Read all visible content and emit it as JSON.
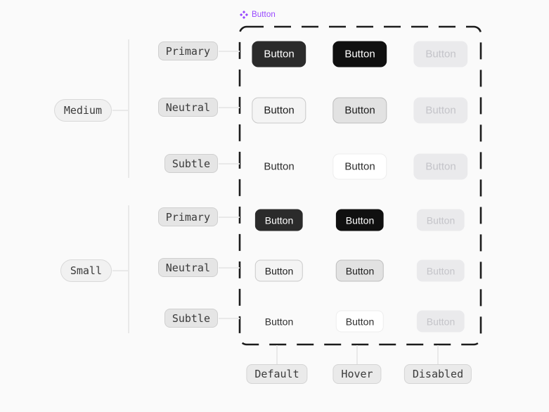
{
  "component": {
    "label": "Button"
  },
  "sizes": {
    "medium": {
      "label": "Medium",
      "variants": [
        "Primary",
        "Neutral",
        "Subtle"
      ]
    },
    "small": {
      "label": "Small",
      "variants": [
        "Primary",
        "Neutral",
        "Subtle"
      ]
    }
  },
  "states": [
    "Default",
    "Hover",
    "Disabled"
  ],
  "button": {
    "label": "Button"
  },
  "colors": {
    "canvas_bg": "#fafafa",
    "component_accent": "#9747ff",
    "frame_dash": "#1c1c1c",
    "connector": "#e9e9e9",
    "primary_default_bg": "#2b2b2b",
    "primary_hover_bg": "#101010",
    "primary_text": "#ffffff",
    "neutral_default_bg": "#f4f4f4",
    "neutral_default_border": "#c9c9c9",
    "neutral_hover_bg": "#e2e2e2",
    "neutral_hover_border": "#bdbdbd",
    "neutral_text": "#1c1c1c",
    "subtle_text": "#2d2d2d",
    "subtle_hover_bg": "#ffffff",
    "subtle_hover_border": "#ededed",
    "disabled_bg": "#eaeaec",
    "disabled_text": "#c4c4c9",
    "label_pill_bg": "#e5e5e5",
    "label_pill_border": "#cfcfcf",
    "size_pill_bg": "#f1f1f1",
    "size_pill_border": "#d9d9d9",
    "state_pill_bg": "#eaeaea",
    "state_pill_border": "#d4d4d4",
    "label_text": "#3a3a3a"
  }
}
